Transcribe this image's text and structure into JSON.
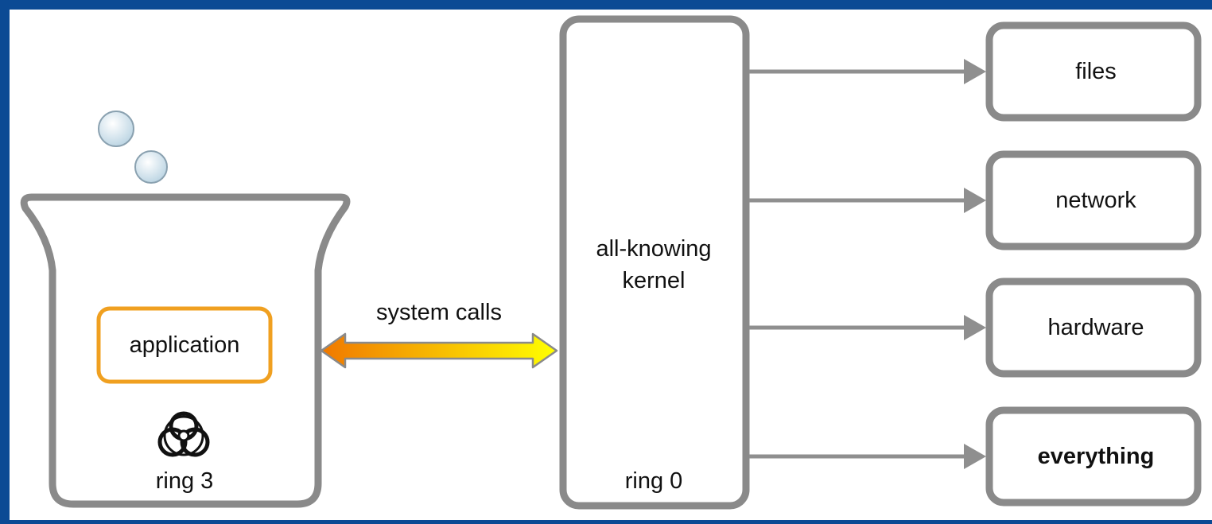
{
  "colors": {
    "frame": "#0b4a94",
    "panel": "#ffffff",
    "box_stroke": "#888888",
    "arrow": "#8f8f8f",
    "app_stroke": "#f0a020",
    "syscall_left": "#f07800",
    "syscall_right": "#ffff00",
    "bubble_fill": "#d6e8f2",
    "bubble_stroke": "#8aa1b0",
    "text": "#111111"
  },
  "beaker": {
    "application_label": "application",
    "ring_label": "ring 3",
    "hazard_icon": "biohazard-icon"
  },
  "syscall": {
    "label": "system calls"
  },
  "kernel": {
    "label_line1": "all-knowing",
    "label_line2": "kernel",
    "ring_label": "ring 0"
  },
  "resources": [
    {
      "label": "files",
      "bold": false
    },
    {
      "label": "network",
      "bold": false
    },
    {
      "label": "hardware",
      "bold": false
    },
    {
      "label": "everything",
      "bold": true
    }
  ]
}
